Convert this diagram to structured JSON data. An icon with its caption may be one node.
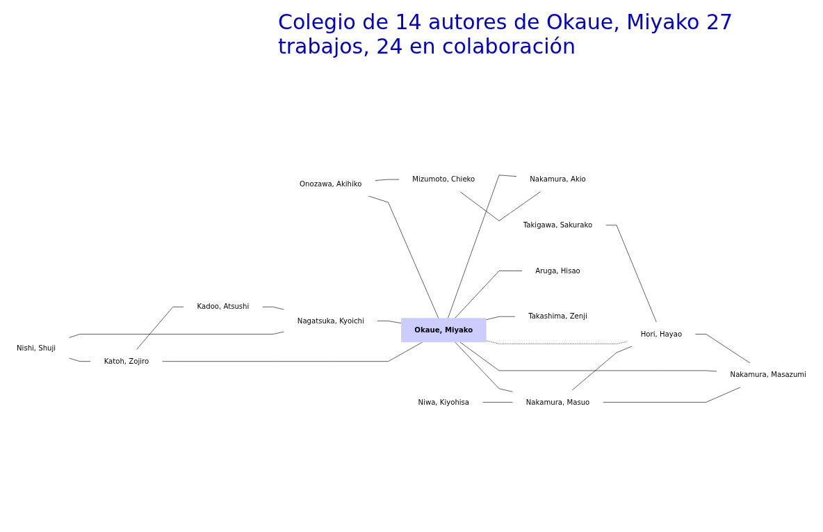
{
  "diagram": {
    "title": "Colegio de 14 autores de Okaue, Miyako 27 trabajos, 24 en colaboración",
    "nodes": [
      {
        "text": [
          "Okaue, Miyako"
        ]
      },
      {
        "text": [
          "Katoh, Zojiro"
        ]
      },
      {
        "text": [
          "Nishi, Shuji"
        ]
      },
      {
        "text": [
          "Onozawa, Akihiko"
        ]
      },
      {
        "text": [
          "Kadoo, Atsushi"
        ]
      },
      {
        "text": [
          "Nagatsuka, Kyoichi"
        ]
      },
      {
        "text": [
          "Mizumoto, Chieko"
        ]
      },
      {
        "text": [
          "Nakamura, Akio"
        ]
      },
      {
        "text": [
          "Niwa, Kiyohisa"
        ]
      },
      {
        "text": [
          "Nakamura, Masuo"
        ]
      },
      {
        "text": [
          "Aruga, Hisao"
        ]
      },
      {
        "text": [
          "Takashima, Zenji"
        ]
      },
      {
        "text": [
          "Takigawa, Sakurako"
        ]
      },
      {
        "text": [
          "Nakamura, Masazumi"
        ]
      },
      {
        "text": [
          "Hori, Hayao"
        ]
      }
    ],
    "edges": [
      {
        "from": 2,
        "to": 1,
        "arrow": "none"
      },
      {
        "from": 1,
        "to": 4,
        "arrow": "none"
      },
      {
        "from": 1,
        "to": 0,
        "arrow": "none"
      },
      {
        "from": 2,
        "to": 5,
        "arrow": "none"
      },
      {
        "from": 4,
        "to": 5,
        "arrow": "none"
      },
      {
        "from": 5,
        "to": 0,
        "arrow": "none"
      },
      {
        "from": 3,
        "to": 0,
        "arrow": "none"
      },
      {
        "from": 3,
        "to": 6,
        "arrow": "none"
      },
      {
        "from": 6,
        "to": 7,
        "arrow": "none"
      },
      {
        "from": 0,
        "to": 7,
        "arrow": "none"
      },
      {
        "from": 8,
        "to": 9,
        "arrow": "none"
      },
      {
        "from": 0,
        "to": 9,
        "arrow": "none"
      },
      {
        "from": 9,
        "to": 14,
        "arrow": "none"
      },
      {
        "from": 9,
        "to": 13,
        "arrow": "none"
      },
      {
        "from": 0,
        "to": 11,
        "arrow": "none"
      },
      {
        "from": 0,
        "to": 10,
        "arrow": "none"
      },
      {
        "from": 0,
        "to": 13,
        "arrow": "none"
      },
      {
        "from": 0,
        "to": 14,
        "arrow": "none",
        "style": "dashed"
      },
      {
        "from": 12,
        "to": 14,
        "arrow": "none"
      },
      {
        "from": 14,
        "to": 13,
        "arrow": "none"
      }
    ]
  }
}
